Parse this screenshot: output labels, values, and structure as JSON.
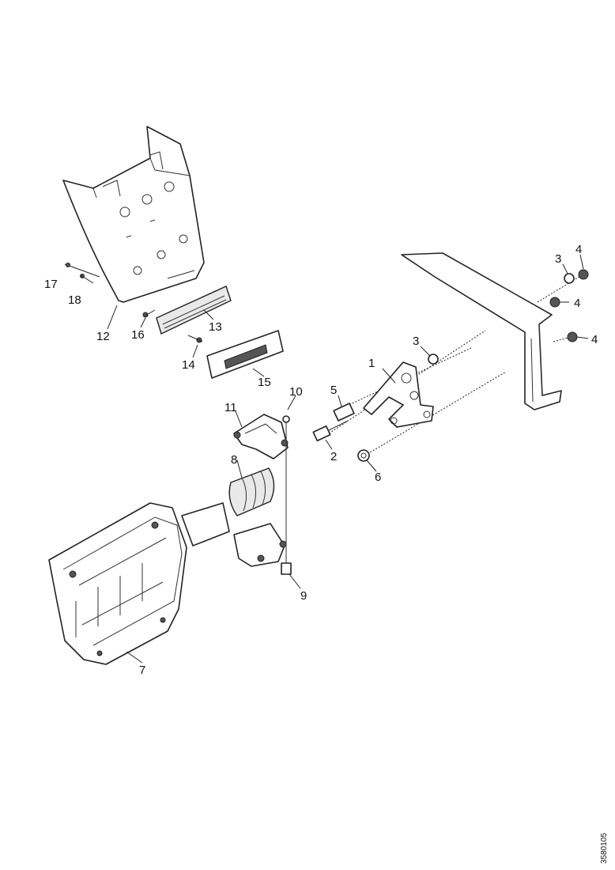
{
  "diagram": {
    "reference_code": "3580105",
    "callouts": [
      {
        "id": "c1",
        "label": "1"
      },
      {
        "id": "c2",
        "label": "2"
      },
      {
        "id": "c3a",
        "label": "3"
      },
      {
        "id": "c3b",
        "label": "3"
      },
      {
        "id": "c4a",
        "label": "4"
      },
      {
        "id": "c4b",
        "label": "4"
      },
      {
        "id": "c4c",
        "label": "4"
      },
      {
        "id": "c5",
        "label": "5"
      },
      {
        "id": "c6",
        "label": "6"
      },
      {
        "id": "c7",
        "label": "7"
      },
      {
        "id": "c8",
        "label": "8"
      },
      {
        "id": "c9",
        "label": "9"
      },
      {
        "id": "c10",
        "label": "10"
      },
      {
        "id": "c11",
        "label": "11"
      },
      {
        "id": "c12",
        "label": "12"
      },
      {
        "id": "c13",
        "label": "13"
      },
      {
        "id": "c14",
        "label": "14"
      },
      {
        "id": "c15",
        "label": "15"
      },
      {
        "id": "c16",
        "label": "16"
      },
      {
        "id": "c17",
        "label": "17"
      },
      {
        "id": "c18",
        "label": "18"
      }
    ]
  }
}
